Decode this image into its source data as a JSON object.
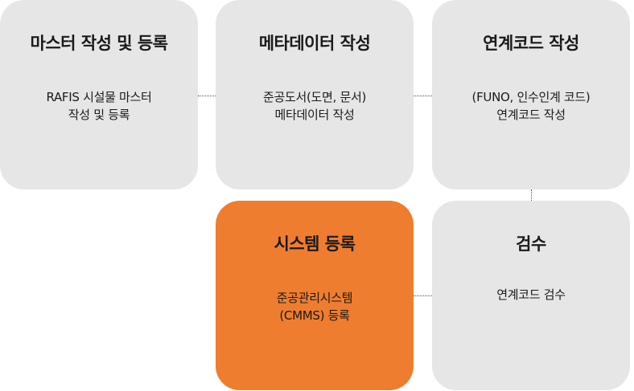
{
  "cards": [
    {
      "title": "마스터 작성 및 등록",
      "desc": "RAFIS 시설물 마스터\n작성 및 등록"
    },
    {
      "title": "메타데이터 작성",
      "desc": "준공도서(도면, 문서)\n메타데이터 작성"
    },
    {
      "title": "연계코드 작성",
      "desc": "(FUNO, 인수인계 코드)\n연계코드 작성"
    },
    {
      "title": "시스템 등록",
      "desc": "준공관리시스템\n(CMMS) 등록"
    },
    {
      "title": "검수",
      "desc": "연계코드 검수"
    }
  ],
  "colors": {
    "card_gray": "#e6e6e6",
    "card_highlight": "#ef7d2f",
    "connector": "#555555"
  }
}
